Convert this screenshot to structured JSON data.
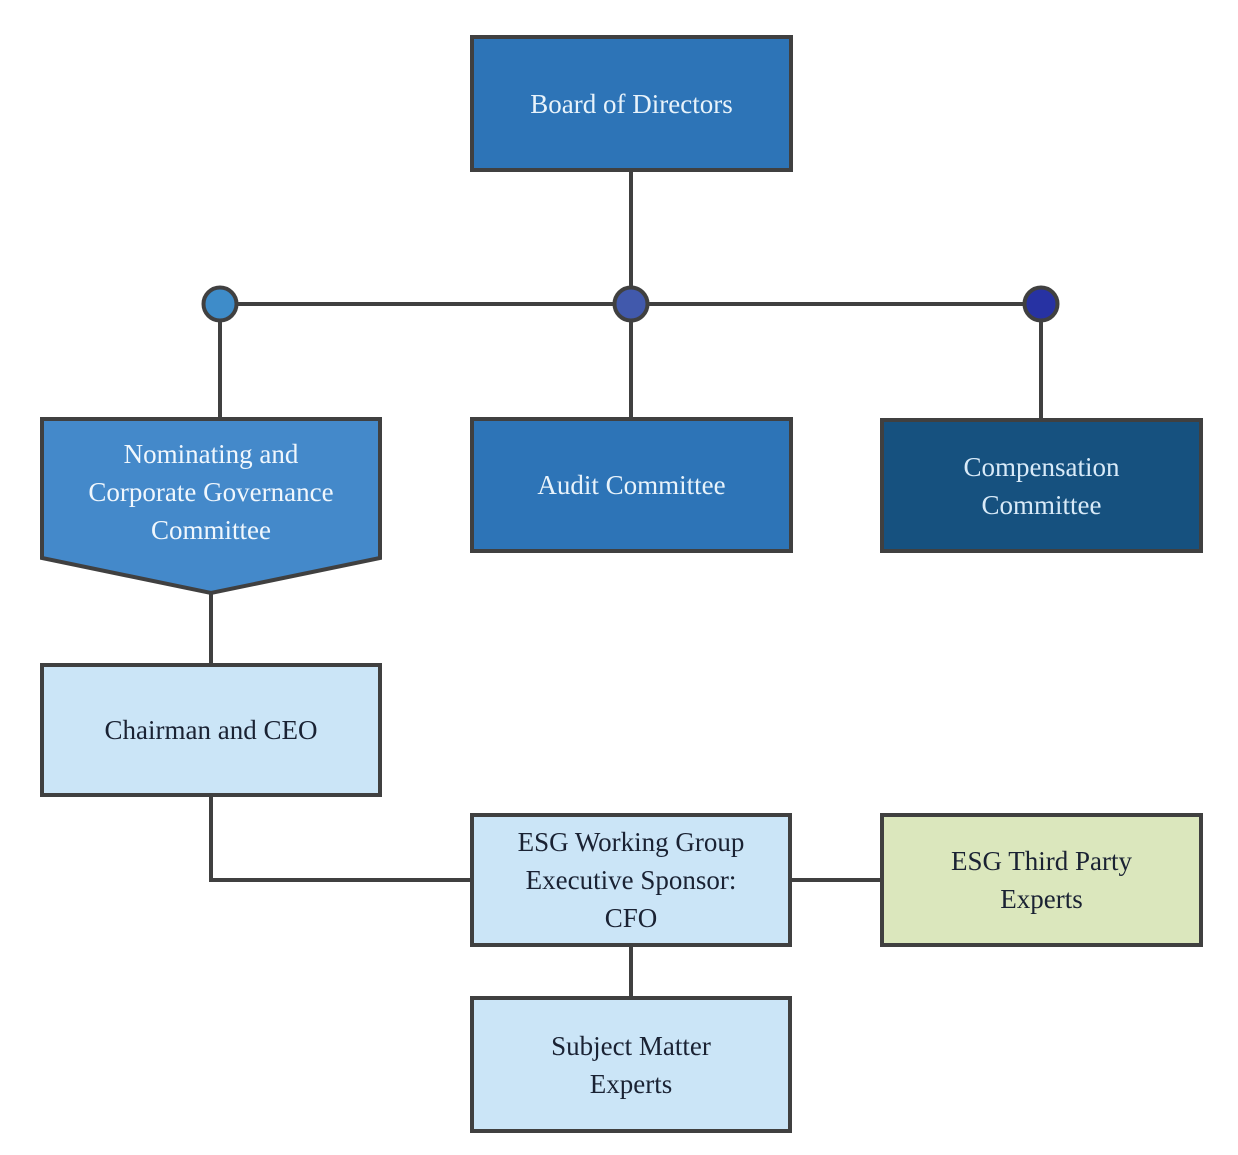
{
  "nodes": {
    "board": {
      "lines": [
        "Board of Directors"
      ],
      "fill": "#2D74B7",
      "text": "#E8F3FB"
    },
    "nominating": {
      "lines": [
        "Nominating and",
        "Corporate Governance",
        "Committee"
      ],
      "fill": "#4489CA",
      "text": "#F0F7FD"
    },
    "audit": {
      "lines": [
        "Audit Committee"
      ],
      "fill": "#2D74B7",
      "text": "#E8F3FB"
    },
    "compensation": {
      "lines": [
        "Compensation",
        "Committee"
      ],
      "fill": "#16517F",
      "text": "#D8EAF8"
    },
    "chairman": {
      "lines": [
        "Chairman and CEO"
      ],
      "fill": "#CBE5F7",
      "text": "#1A2233"
    },
    "esg_working_group": {
      "lines": [
        "ESG Working Group",
        "Executive Sponsor:",
        "CFO"
      ],
      "fill": "#CBE5F7",
      "text": "#1A2233"
    },
    "esg_third_party": {
      "lines": [
        "ESG Third Party",
        "Experts"
      ],
      "fill": "#DBE7BD",
      "text": "#1A2233"
    },
    "subject_matter": {
      "lines": [
        "Subject Matter",
        "Experts"
      ],
      "fill": "#CBE5F7",
      "text": "#1A2233"
    }
  },
  "junctions": {
    "left": {
      "fill": "#3E8CC9"
    },
    "center": {
      "fill": "#4159AC"
    },
    "right": {
      "fill": "#2732A3"
    }
  },
  "colors": {
    "connector": "#404040",
    "background": "#FFFFFF"
  }
}
